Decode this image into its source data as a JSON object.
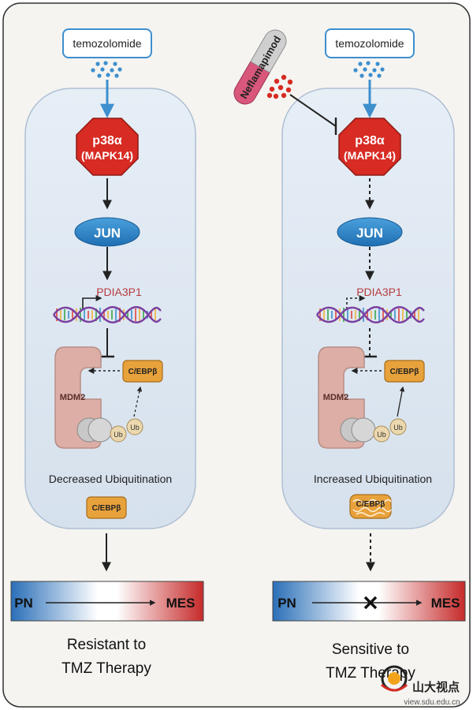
{
  "colors": {
    "frame_bg": "#f5f4f1",
    "cell_fill": "#dde7f1",
    "cell_stroke": "#aebfd2",
    "drug_blue": "#3d8fce",
    "p38_red": "#d72b23",
    "jun_blue": "#2e86cc",
    "mdm2_pink": "#dcaea5",
    "cebpb_orange": "#e8a23c",
    "pn_blue": "#2a6fb8",
    "mes_red": "#c62a2a",
    "text_red": "#b63b3e",
    "drug_capsule_grey": "#cfcfcf",
    "drug_capsule_pink": "#d8577a"
  },
  "left_panel": {
    "drug_label": "temozolomide",
    "p38_line1": "p38α",
    "p38_line2": "(MAPK14)",
    "jun_label": "JUN",
    "gene_label": "PDIA3P1",
    "mdm2_label": "MDM2",
    "cebpb_label": "C/EBPβ",
    "ub1": "Ub",
    "ub2": "Ub",
    "ubiquitination_label": "Decreased Ubiquitination",
    "cebpb_bottom_label": "C/EBPβ",
    "pn_label": "PN",
    "mes_label": "MES",
    "outcome_line1": "Resistant to",
    "outcome_line2": "TMZ Therapy"
  },
  "right_panel": {
    "inhibitor_label": "Neflamapimod",
    "drug_label": "temozolomide",
    "p38_line1": "p38α",
    "p38_line2": "(MAPK14)",
    "jun_label": "JUN",
    "gene_label": "PDIA3P1",
    "mdm2_label": "MDM2",
    "cebpb_label": "C/EBPβ",
    "ub1": "Ub",
    "ub2": "Ub",
    "ubiquitination_label": "Increased Ubiquitination",
    "cebpb_bottom_label": "C/EBPβ",
    "pn_label": "PN",
    "mes_label": "MES",
    "outcome_line1": "Sensitive to",
    "outcome_line2": "TMZ Therapy"
  },
  "watermark": {
    "brand": "山大视点",
    "url": "view.sdu.edu.cn"
  }
}
